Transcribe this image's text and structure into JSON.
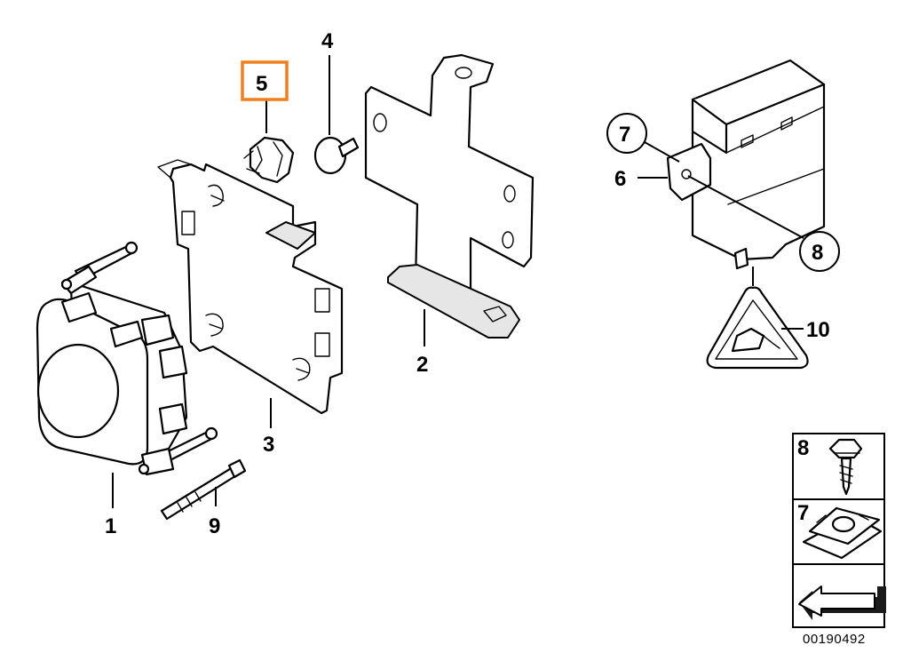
{
  "diagram": {
    "highlight_color": "#F07F1E",
    "callouts": [
      {
        "id": "1",
        "label": "1"
      },
      {
        "id": "2",
        "label": "2"
      },
      {
        "id": "3",
        "label": "3"
      },
      {
        "id": "4",
        "label": "4"
      },
      {
        "id": "5",
        "label": "5",
        "highlighted": true
      },
      {
        "id": "6",
        "label": "6"
      },
      {
        "id": "7",
        "label": "7"
      },
      {
        "id": "8",
        "label": "8"
      },
      {
        "id": "9",
        "label": "9"
      },
      {
        "id": "10",
        "label": "10"
      }
    ],
    "legend": {
      "items": [
        {
          "label": "8",
          "icon": "screw-icon"
        },
        {
          "label": "7",
          "icon": "clip-nut-icon"
        },
        {
          "label": "",
          "icon": "arrow-icon"
        }
      ]
    },
    "catalog_number": "00190492"
  }
}
